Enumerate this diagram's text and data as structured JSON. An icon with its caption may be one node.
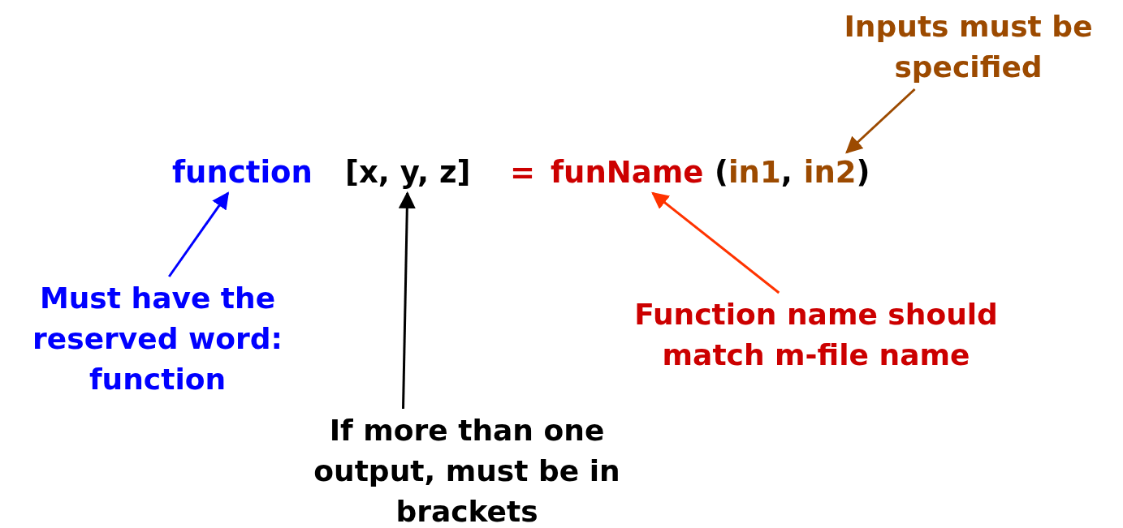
{
  "diagram": {
    "nodes": [
      {
        "text": [
          "function"
        ]
      },
      {
        "text": [
          "[x, y, z]"
        ]
      },
      {
        "text": [
          "funName"
        ]
      },
      {
        "text": [
          "(",
          "in1",
          ",",
          "in2",
          ")"
        ]
      },
      {
        "text": [
          "Inputs must be specified"
        ]
      },
      {
        "text": [
          "Must have the reserved word: function"
        ]
      },
      {
        "text": [
          "If more than one output, must be in brackets"
        ]
      },
      {
        "text": [
          "Function name should match m-file name"
        ]
      }
    ],
    "edges": [
      {
        "from": 4,
        "to": 3,
        "arrow": "to",
        "color": "#9c4a00"
      },
      {
        "from": 5,
        "to": 0,
        "arrow": "to",
        "color": "#0000ff"
      },
      {
        "from": 6,
        "to": 1,
        "arrow": "to",
        "color": "#000000"
      },
      {
        "from": 7,
        "to": 2,
        "arrow": "to",
        "color": "#ff3300"
      }
    ],
    "labels": [
      "="
    ]
  }
}
